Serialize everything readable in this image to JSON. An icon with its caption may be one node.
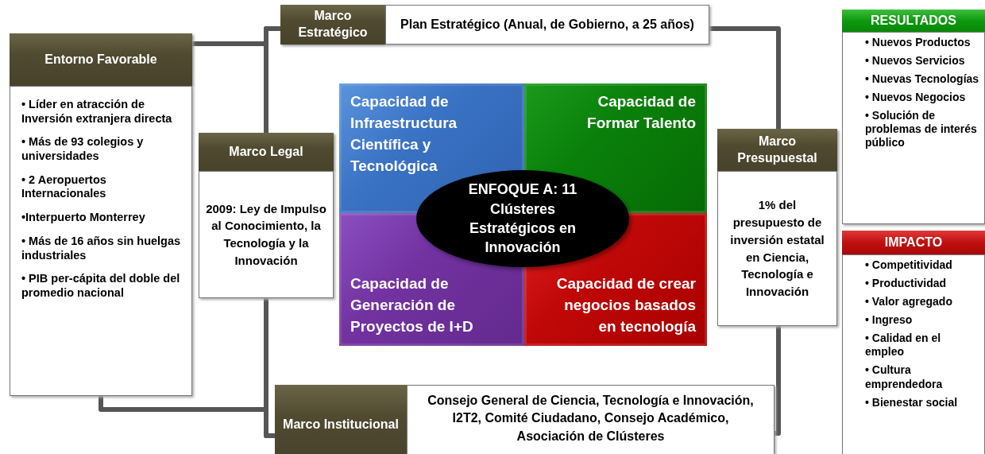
{
  "diagram": {
    "nodes": [
      {
        "text": [
          "Entorno Favorable",
          "• Líder en atracción de Inversión extranjera directa",
          "• Más de 93 colegios y universidades",
          "• 2 Aeropuertos Internacionales",
          "•Interpuerto Monterrey",
          "• Más de 16 años sin huelgas industriales",
          "• PIB per-cápita del doble del promedio nacional"
        ]
      },
      {
        "text": [
          "Marco Estratégico",
          "Plan Estratégico (Anual, de Gobierno, a 25 años)"
        ]
      },
      {
        "text": [
          "Marco Legal",
          "2009: Ley de Impulso al Conocimiento, la Tecnología y la Innovación"
        ]
      },
      {
        "text": [
          "Capacidad de Infraestructura Científica y Tecnológica"
        ]
      },
      {
        "text": [
          "Capacidad de Formar Talento"
        ]
      },
      {
        "text": [
          "Capacidad de Generación de Proyectos de I+D"
        ]
      },
      {
        "text": [
          "Capacidad de crear negocios basados en tecnología"
        ]
      },
      {
        "text": [
          "ENFOQUE A: 11 Clústeres Estratégicos en Innovación"
        ]
      },
      {
        "text": [
          "Marco Presupuestal",
          "1% del presupuesto de inversión estatal en Ciencia, Tecnología e Innovación"
        ]
      },
      {
        "text": [
          "RESULTADOS",
          "• Nuevos Productos",
          "• Nuevos Servicios",
          "• Nuevas Tecnologías",
          "• Nuevos Negocios",
          "• Solución de problemas de interés público"
        ]
      },
      {
        "text": [
          "IMPACTO",
          "• Competitividad",
          "• Productividad",
          "• Valor agregado",
          "• Ingreso",
          "• Calidad en el empleo",
          "• Cultura emprendedora",
          "• Bienestar social"
        ]
      },
      {
        "text": [
          "Marco Institucional",
          "Consejo General de Ciencia, Tecnología e Innovación, I2T2, Comité Ciudadano, Consejo Académico, Asociación de Clústeres"
        ]
      }
    ],
    "edges": [
      {
        "from": 0,
        "to": 1,
        "arrow": "none"
      },
      {
        "from": 0,
        "to": 11,
        "arrow": "none"
      },
      {
        "from": 1,
        "to": 2,
        "arrow": "none"
      },
      {
        "from": 2,
        "to": 11,
        "arrow": "none"
      },
      {
        "from": 1,
        "to": 8,
        "arrow": "none"
      },
      {
        "from": 8,
        "to": 11,
        "arrow": "none"
      }
    ]
  }
}
